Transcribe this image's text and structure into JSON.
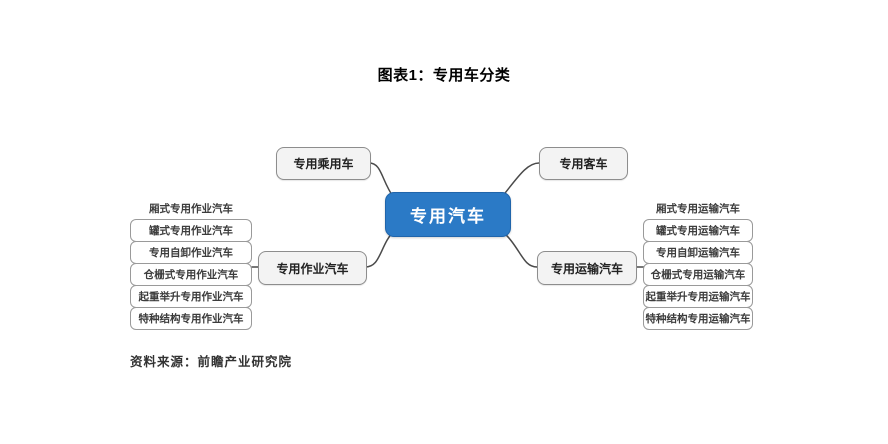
{
  "title": "图表1：专用车分类",
  "footer": "资料来源：前瞻产业研究院",
  "colors": {
    "root_bg": "#2b7ac6",
    "root_border": "#2065ab",
    "branch_bg": "#f3f3f3",
    "branch_border": "#8d8d8d",
    "leaf_border": "#9a9a9a",
    "connector": "#4a4a4a"
  },
  "diagram": {
    "root": "专用汽车",
    "branches": {
      "passenger_car": "专用乘用车",
      "bus": "专用客车",
      "work": "专用作业汽车",
      "transport": "专用运输汽车"
    },
    "work_children": [
      "厢式专用作业汽车",
      "罐式专用作业汽车",
      "专用自卸作业汽车",
      "仓栅式专用作业汽车",
      "起重举升专用作业汽车",
      "特种结构专用作业汽车"
    ],
    "transport_children": [
      "厢式专用运输汽车",
      "罐式专用运输汽车",
      "专用自卸运输汽车",
      "仓栅式专用运输汽车",
      "起重举升专用运输汽车",
      "特种结构专用运输汽车"
    ]
  }
}
